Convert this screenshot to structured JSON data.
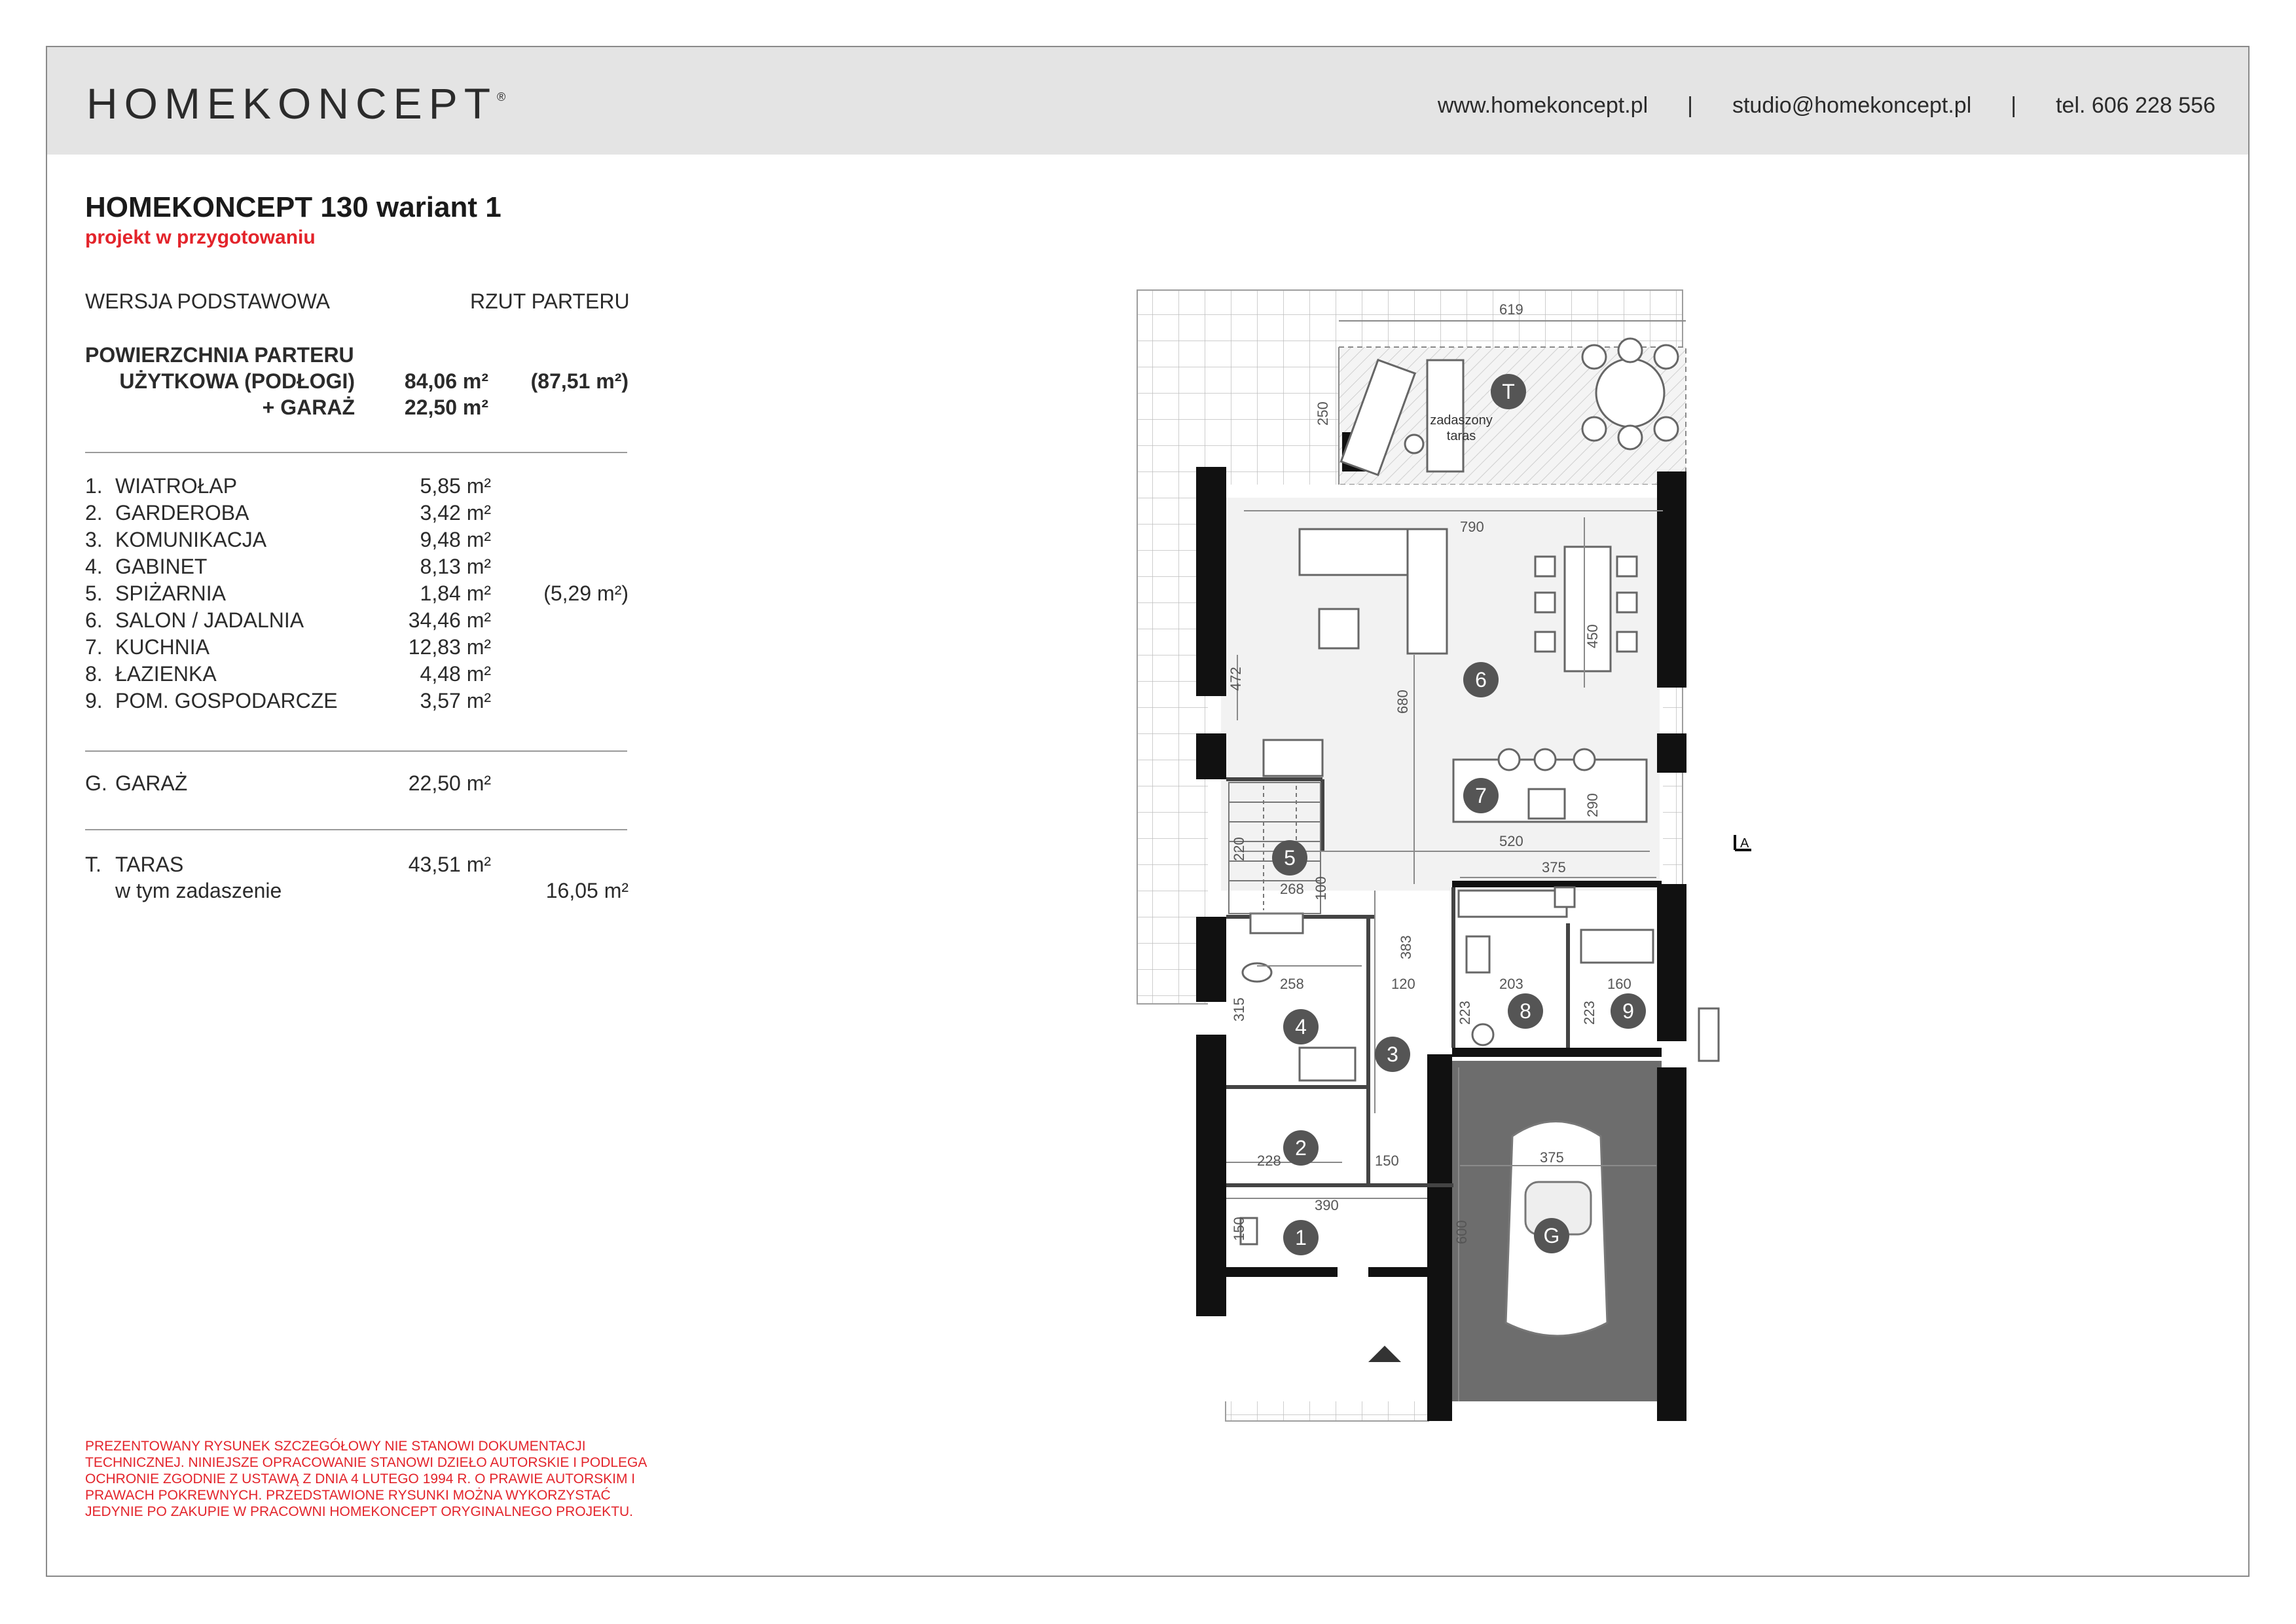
{
  "header": {
    "logo": "HOMEKONCEPT",
    "logo_mark": "®",
    "website": "www.homekoncept.pl",
    "email": "studio@homekoncept.pl",
    "phone": "tel. 606 228 556",
    "separator": "|"
  },
  "project": {
    "title": "HOMEKONCEPT 130 wariant 1",
    "status": "projekt w przygotowaniu",
    "version": "WERSJA PODSTAWOWA",
    "view": "RZUT PARTERU"
  },
  "area_summary": {
    "heading": "POWIERZCHNIA PARTERU",
    "usable_label": "UŻYTKOWA (PODŁOGI)",
    "usable_value": "84,06 m²",
    "usable_alt": "(87,51 m²)",
    "garage_label": "+ GARAŻ",
    "garage_value": "22,50 m²"
  },
  "rooms": [
    {
      "num": "1.",
      "name": "WIATROŁAP",
      "area": "5,85 m²",
      "extra": ""
    },
    {
      "num": "2.",
      "name": "GARDEROBA",
      "area": "3,42 m²",
      "extra": ""
    },
    {
      "num": "3.",
      "name": "KOMUNIKACJA",
      "area": "9,48 m²",
      "extra": ""
    },
    {
      "num": "4.",
      "name": "GABINET",
      "area": "8,13 m²",
      "extra": ""
    },
    {
      "num": "5.",
      "name": "SPIŻARNIA",
      "area": "1,84 m²",
      "extra": "(5,29 m²)"
    },
    {
      "num": "6.",
      "name": "SALON / JADALNIA",
      "area": "34,46 m²",
      "extra": ""
    },
    {
      "num": "7.",
      "name": "KUCHNIA",
      "area": "12,83 m²",
      "extra": ""
    },
    {
      "num": "8.",
      "name": "ŁAZIENKA",
      "area": "4,48 m²",
      "extra": ""
    },
    {
      "num": "9.",
      "name": "POM. GOSPODARCZE",
      "area": "3,57 m²",
      "extra": ""
    }
  ],
  "garage": {
    "num": "G.",
    "name": "GARAŻ",
    "area": "22,50 m²"
  },
  "terrace": {
    "num": "T.",
    "name": "TARAS",
    "area": "43,51 m²",
    "sub_label": "w tym zadaszenie",
    "sub_area": "16,05 m²"
  },
  "disclaimer": "Prezentowany rysunek szczegółowy nie stanowi dokumentacji technicznej. Niniejsze opracowanie stanowi dzieło autorskie i podlega ochronie zgodnie z ustawą z dnia 4 lutego 1994 r. o prawie autorskim i prawach pokrewnych. Przedstawione rysunki można wykorzystać jedynie po zakupie w pracowni HOMEKONCEPT oryginalnego projektu.",
  "plan": {
    "room_markers": [
      "1",
      "2",
      "3",
      "4",
      "5",
      "6",
      "7",
      "8",
      "9",
      "G",
      "T"
    ],
    "terrace_label_1": "zadaszony",
    "terrace_label_2": "taras",
    "section_marker": "A",
    "dimensions": {
      "d619": "619",
      "d250": "250",
      "d790": "790",
      "d450": "450",
      "d680": "680",
      "d472": "472",
      "d290": "290",
      "d520": "520",
      "d375": "375",
      "d220": "220",
      "d268": "268",
      "d100": "100",
      "d383": "383",
      "d258": "258",
      "d120": "120",
      "d203": "203",
      "d160": "160",
      "d315": "315",
      "d223": "223",
      "d150": "150",
      "d228": "228",
      "d390": "390",
      "d600": "600"
    }
  },
  "colors": {
    "accent": "#e3242b",
    "header_bg": "#e4e4e4",
    "wall": "#111111",
    "garage_floor": "#6d6d6d",
    "marker": "#555555"
  }
}
